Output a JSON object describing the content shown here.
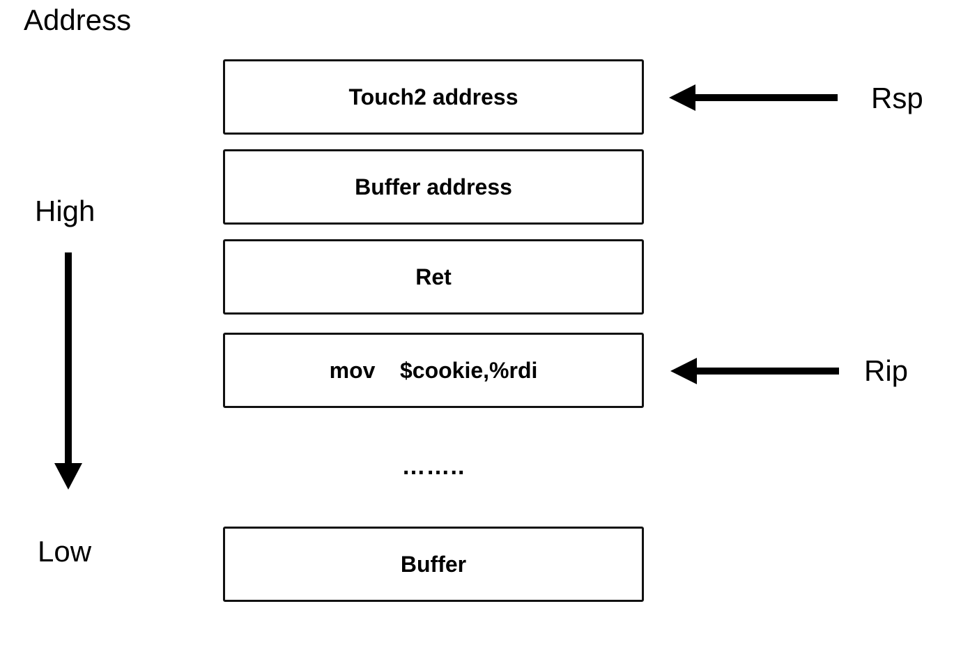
{
  "axis": {
    "title": "Address",
    "high_label": "High",
    "low_label": "Low"
  },
  "stack": {
    "cells": [
      {
        "label": "Touch2 address"
      },
      {
        "label": "Buffer address"
      },
      {
        "label": "Ret"
      },
      {
        "label": "mov    $cookie,%rdi"
      }
    ],
    "ellipsis": "……..",
    "bottom_cell": {
      "label": "Buffer"
    }
  },
  "pointers": {
    "rsp_label": "Rsp",
    "rip_label": "Rip"
  },
  "icons": {
    "direction_arrow": "arrow-down-icon",
    "pointer_arrow": "arrow-left-icon"
  },
  "colors": {
    "stroke": "#111111",
    "background": "#ffffff"
  }
}
